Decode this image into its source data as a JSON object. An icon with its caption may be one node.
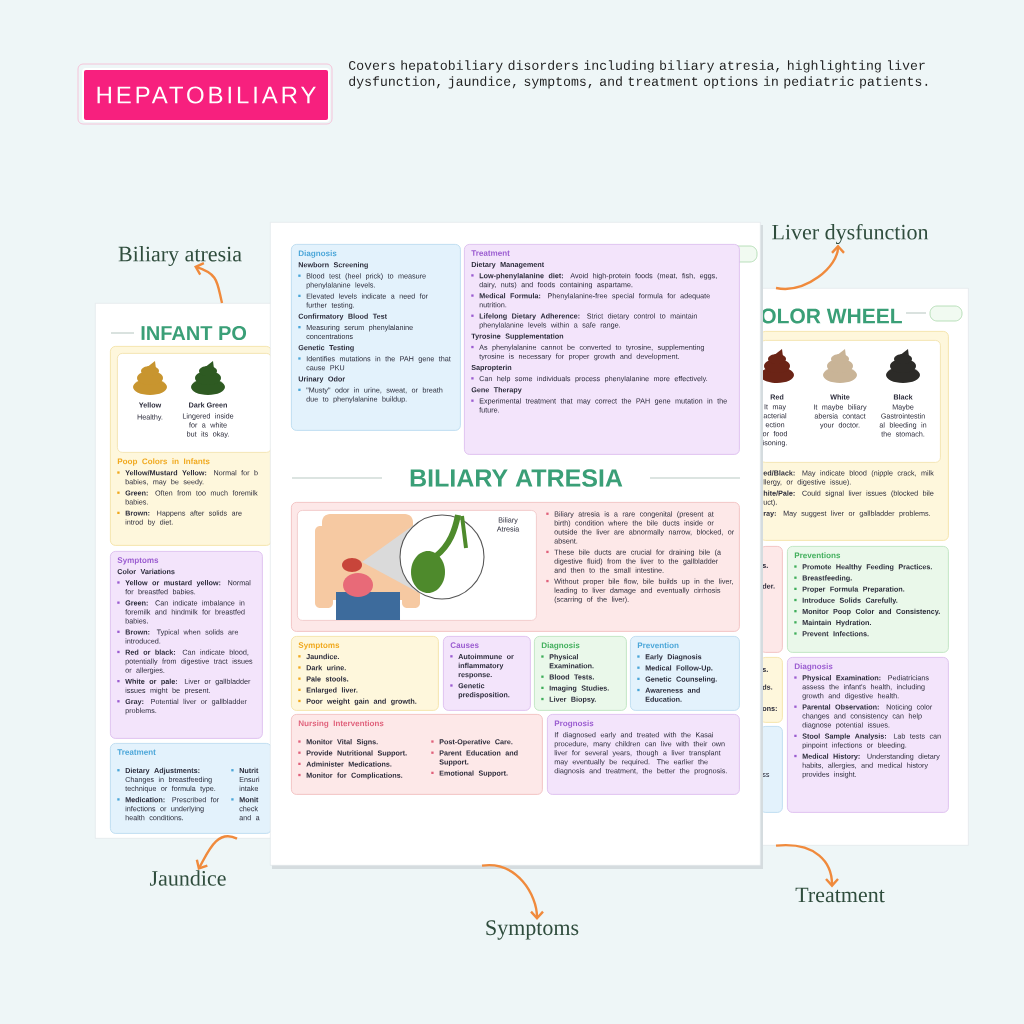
{
  "diagram": {
    "nodes": [
      {
        "text": [
          "HEPATOBILIARY"
        ]
      },
      {
        "text": [
          "INFANT PO"
        ]
      },
      {
        "text": [
          "Poop Colors in Infants",
          "**Yellow/Mustard Yellow:** Normal for b babies, may be seedy.",
          "**Green:** Often from too much foremilk babies.",
          "**Brown:** Happens after solids are introd by diet."
        ],
        "in": 1
      },
      {
        "text": [
          "Yellow",
          "Healthy.",
          "Dark Green",
          "Lingered inside for a white but its okay."
        ],
        "in": 2
      },
      {
        "text": [
          "Symptoms",
          "Color Variations",
          "**Yellow or mustard yellow:** Normal for breastfed babies.",
          "**Green:** Can indicate imbalance in foremilk and hindmilk for breastfed babies.",
          "**Brown:** Typical when solids are introduced.",
          "**Red or black:** Can indicate blood, potentially from digestive tract issues or allergies.",
          "**White or pale:** Liver or gallbladder issues might be present.",
          "**Gray:** Potential liver or gallbladder problems."
        ],
        "in": 1
      },
      {
        "text": [
          "Treatment",
          "**Dietary Adjustments:** Changes in breastfeeding technique or formula type.",
          "**Medication:** Prescribed for infections or underlying health conditions.",
          "**Nutrit** Ensuri intake",
          "**Monit** check and a"
        ],
        "in": 1
      },
      {
        "text": [
          "BILIARY ATRESIA"
        ]
      },
      {
        "text": [
          "Diagnosis",
          "Newborn Screening",
          "Blood test (heel prick) to measure phenylalanine levels.",
          "Elevated levels indicate a need for further testing.",
          "Confirmatory Blood Test",
          "Measuring serum phenylalanine concentrations",
          "Genetic Testing",
          "Identifies mutations in the PAH gene that cause PKU",
          "Urinary Odor",
          "\"Musty\" odor in urine, sweat, or breath due to phenylalanine buildup."
        ],
        "in": 6
      },
      {
        "text": [
          "Treatment",
          "Dietary Management",
          "**Low-phenylalanine diet:** Avoid high-protein foods (meat, fish, eggs, dairy, nuts) and foods containing aspartame.",
          "**Medical Formula:** Phenylalanine-free special formula for adequate nutrition.",
          "**Lifelong Dietary Adherence:** Strict dietary control to maintain phenylalanine levels within a safe range.",
          "Tyrosine Supplementation",
          "As phenylalanine cannot be converted to tyrosine, supplementing tyrosine is necessary for proper growth and development.",
          "Sapropterin",
          "Can help some individuals process phenylalanine more effectively.",
          "Gene Therapy",
          "Experimental treatment that may correct the PAH gene mutation in the future."
        ],
        "in": 6
      },
      {
        "text": [
          "Biliary atresia is a rare congenital (present at birth) condition where the bile ducts inside or outside the liver are abnormally narrow, blocked, or absent.",
          "These bile ducts are crucial for draining bile (a digestive fluid) from the liver to the gallbladder and then to the small intestine.",
          "Without proper bile flow, bile builds up in the liver, leading to liver damage and eventually cirrhosis (scarring of the liver)."
        ],
        "in": 6
      },
      {
        "text": [
          "Biliary Atresia"
        ],
        "in": 9
      },
      {
        "text": [
          "Symptoms",
          "Jaundice.",
          "Dark urine.",
          "Pale stools.",
          "Enlarged liver.",
          "Poor weight gain and growth."
        ],
        "in": 6
      },
      {
        "text": [
          "Causes",
          "Autoimmune or inflammatory response.",
          "Genetic predisposition."
        ],
        "in": 6
      },
      {
        "text": [
          "Diagnosis",
          "Physical Examination.",
          "Blood Tests.",
          "Imaging Studies.",
          "Liver Biopsy."
        ],
        "in": 6
      },
      {
        "text": [
          "Prevention",
          "Early Diagnosis",
          "Medical Follow-Up.",
          "Genetic Counseling.",
          "Awareness and Education."
        ],
        "in": 6
      },
      {
        "text": [
          "Nursing Interventions",
          "Monitor Vital Signs.",
          "Provide Nutritional Support.",
          "Administer Medications.",
          "Monitor for Complications.",
          "Post-Operative Care.",
          "Parent Education and Support.",
          "Emotional Support."
        ],
        "in": 6
      },
      {
        "text": [
          "Prognosis",
          "If diagnosed early and treated with the Kasai procedure, many children can live with their own liver for several years, though a liver transplant may eventually be required. The earlier the diagnosis and treatment, the better the prognosis."
        ],
        "in": 6
      },
      {
        "text": [
          "OLOR WHEEL"
        ]
      },
      {
        "text": [
          "**ed/Black:** May indicate blood (nipple crack, milk llergy, or digestive issue).",
          "**hite/Pale:** Could signal liver issues (blocked bile uct).",
          "**ray:** May suggest liver or gallbladder problems."
        ],
        "in": 17
      },
      {
        "text": [
          "Red",
          "It may acterial ection or food isoning.",
          "White",
          "It maybe biliary abersia contact your doctor.",
          "Black",
          "Maybe Gastrointestin al bleeding in the stomach."
        ],
        "in": 18
      },
      {
        "text": [
          "Preventions",
          "Promote Healthy Feeding Practices.",
          "Breastfeeding.",
          "Proper Formula Preparation.",
          "Introduce Solids Carefully.",
          "Monitor Poop Color and Consistency.",
          "Maintain Hydration.",
          "Prevent Infections."
        ],
        "in": 17
      },
      {
        "text": [
          "Diagnosis",
          "**Physical Examination:** Pediatricians assess the infant's health, including growth and digestive health.",
          "**Parental Observation:** Noticing color changes and consistency can help diagnose potential issues.",
          "**Stool Sample Analysis:** Lab tests can pinpoint infections or bleeding.",
          "**Medical History:** Understanding dietary habits, allergies, and medical history provides insight."
        ],
        "in": 17
      },
      {
        "text": [
          "s.",
          "der."
        ],
        "in": 17
      },
      {
        "text": [
          "s.",
          "ds.",
          "ons:"
        ],
        "in": 17
      },
      {
        "text": [
          "ss"
        ],
        "in": 17
      },
      {
        "text": [
          "Biliary atresia"
        ]
      },
      {
        "text": [
          "Liver dysfunction"
        ]
      },
      {
        "text": [
          "Jaundice"
        ]
      },
      {
        "text": [
          "Symptoms"
        ]
      },
      {
        "text": [
          "Treatment"
        ]
      }
    ],
    "edges": [
      {
        "from": 1,
        "to": 25,
        "arrow": "to"
      },
      {
        "from": 17,
        "to": 26,
        "arrow": "to"
      },
      {
        "from": 1,
        "to": 27,
        "arrow": "to"
      },
      {
        "from": 6,
        "to": 28,
        "arrow": "to"
      },
      {
        "from": 17,
        "to": 29,
        "arrow": "to"
      }
    ],
    "labels": [
      "Covers hepatobiliary disorders including biliary atresia, highlighting liver dysfunction, jaundice, symptoms, and treatment options in pediatric patients."
    ]
  }
}
